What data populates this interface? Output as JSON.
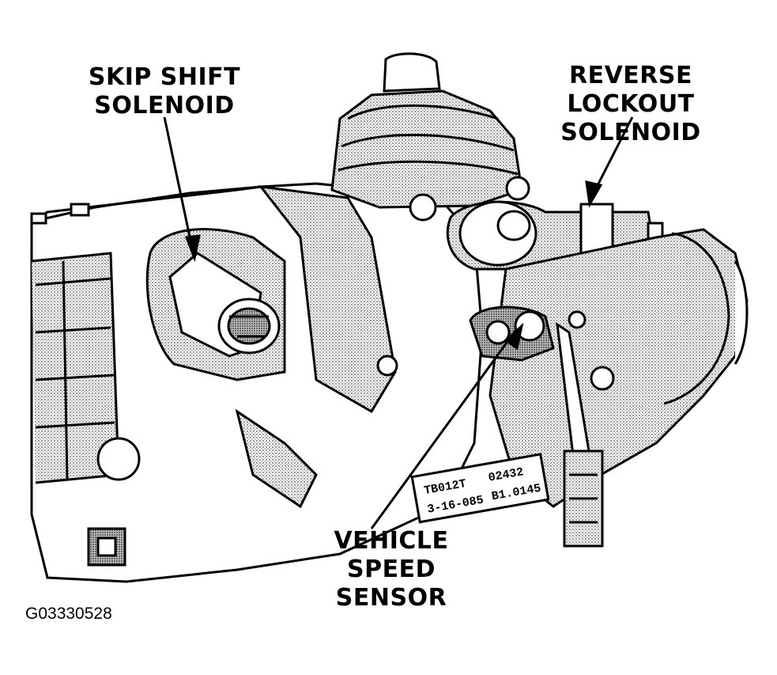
{
  "callouts": {
    "skip_shift": [
      "SKIP SHIFT",
      "SOLENOID"
    ],
    "reverse_lockout": [
      "REVERSE LOCKOUT",
      "SOLENOID"
    ],
    "vehicle_speed_sensor": [
      "VEHICLE",
      "SPEED SENSOR"
    ]
  },
  "plate_text": [
    "TB012T",
    "02432",
    "3-16-085",
    "B1.0145"
  ],
  "figure_code": "G03330528",
  "colors": {
    "ink": "#000000",
    "paper": "#ffffff",
    "stipple": "#8a8a8a"
  }
}
